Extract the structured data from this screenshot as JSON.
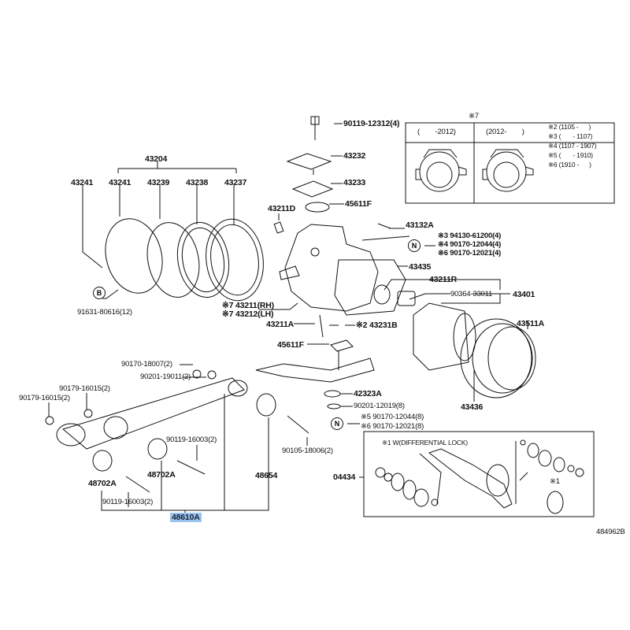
{
  "diagram_code": "484962B",
  "inset_box": {
    "marker": "※7",
    "columns": [
      "(        -2012)",
      "(2012-        )"
    ]
  },
  "notes": [
    "※2 (1105 -      )",
    "※3 (       - 1107)",
    "※4 (1107 - 1907)",
    "※5 (       - 1910)",
    "※6 (1910 -      )"
  ],
  "parts": {
    "p90119_12312": "90119-12312(4)",
    "p43204": "43204",
    "p43241a": "43241",
    "p43241b": "43241",
    "p43239": "43239",
    "p43238": "43238",
    "p43237": "43237",
    "p43232": "43232",
    "p43233": "43233",
    "p43211D": "43211D",
    "p45611F_top": "45611F",
    "p43132A": "43132A",
    "n_group1": [
      "※3 94130-61200(4)",
      "※4 90170-12044(4)",
      "※6 90170-12021(4)"
    ],
    "p43435": "43435",
    "p43211R": "43211R",
    "p90364_33011": "90364-33011",
    "p43401": "43401",
    "p91631_80616": "91631-80616(12)",
    "p43211RH": "※7 43211(RH)",
    "p43212LH": "※7 43212(LH)",
    "p43211A": "43211A",
    "p43231B": "※2 43231B",
    "p43511A": "43511A",
    "p45611F_bottom": "45611F",
    "p90170_18007": "90170-18007(2)",
    "p90201_19011": "90201-19011(2)",
    "p90179_16015a": "90179-16015(2)",
    "p90179_16015b": "90179-16015(2)",
    "p42323A": "42323A",
    "p90201_12019": "90201-12019(8)",
    "p43436": "43436",
    "n_group2": [
      "※5 90170-12044(8)",
      "※6 90170-12021(8)"
    ],
    "p90119_16003a": "90119-16003(2)",
    "p90105_18006": "90105-18006(2)",
    "diff_lock_note": "※1 W(DIFFERENTIAL LOCK)",
    "p04434": "04434",
    "p48702A_a": "48702A",
    "p48702A_b": "48702A",
    "p90119_16003b": "90119-16003(2)",
    "p48654": "48654",
    "p48610A": "48610A",
    "note1_marker": "※1"
  },
  "symbols": {
    "b": "B",
    "n": "N"
  },
  "highlight_color": "#9cc3ee"
}
